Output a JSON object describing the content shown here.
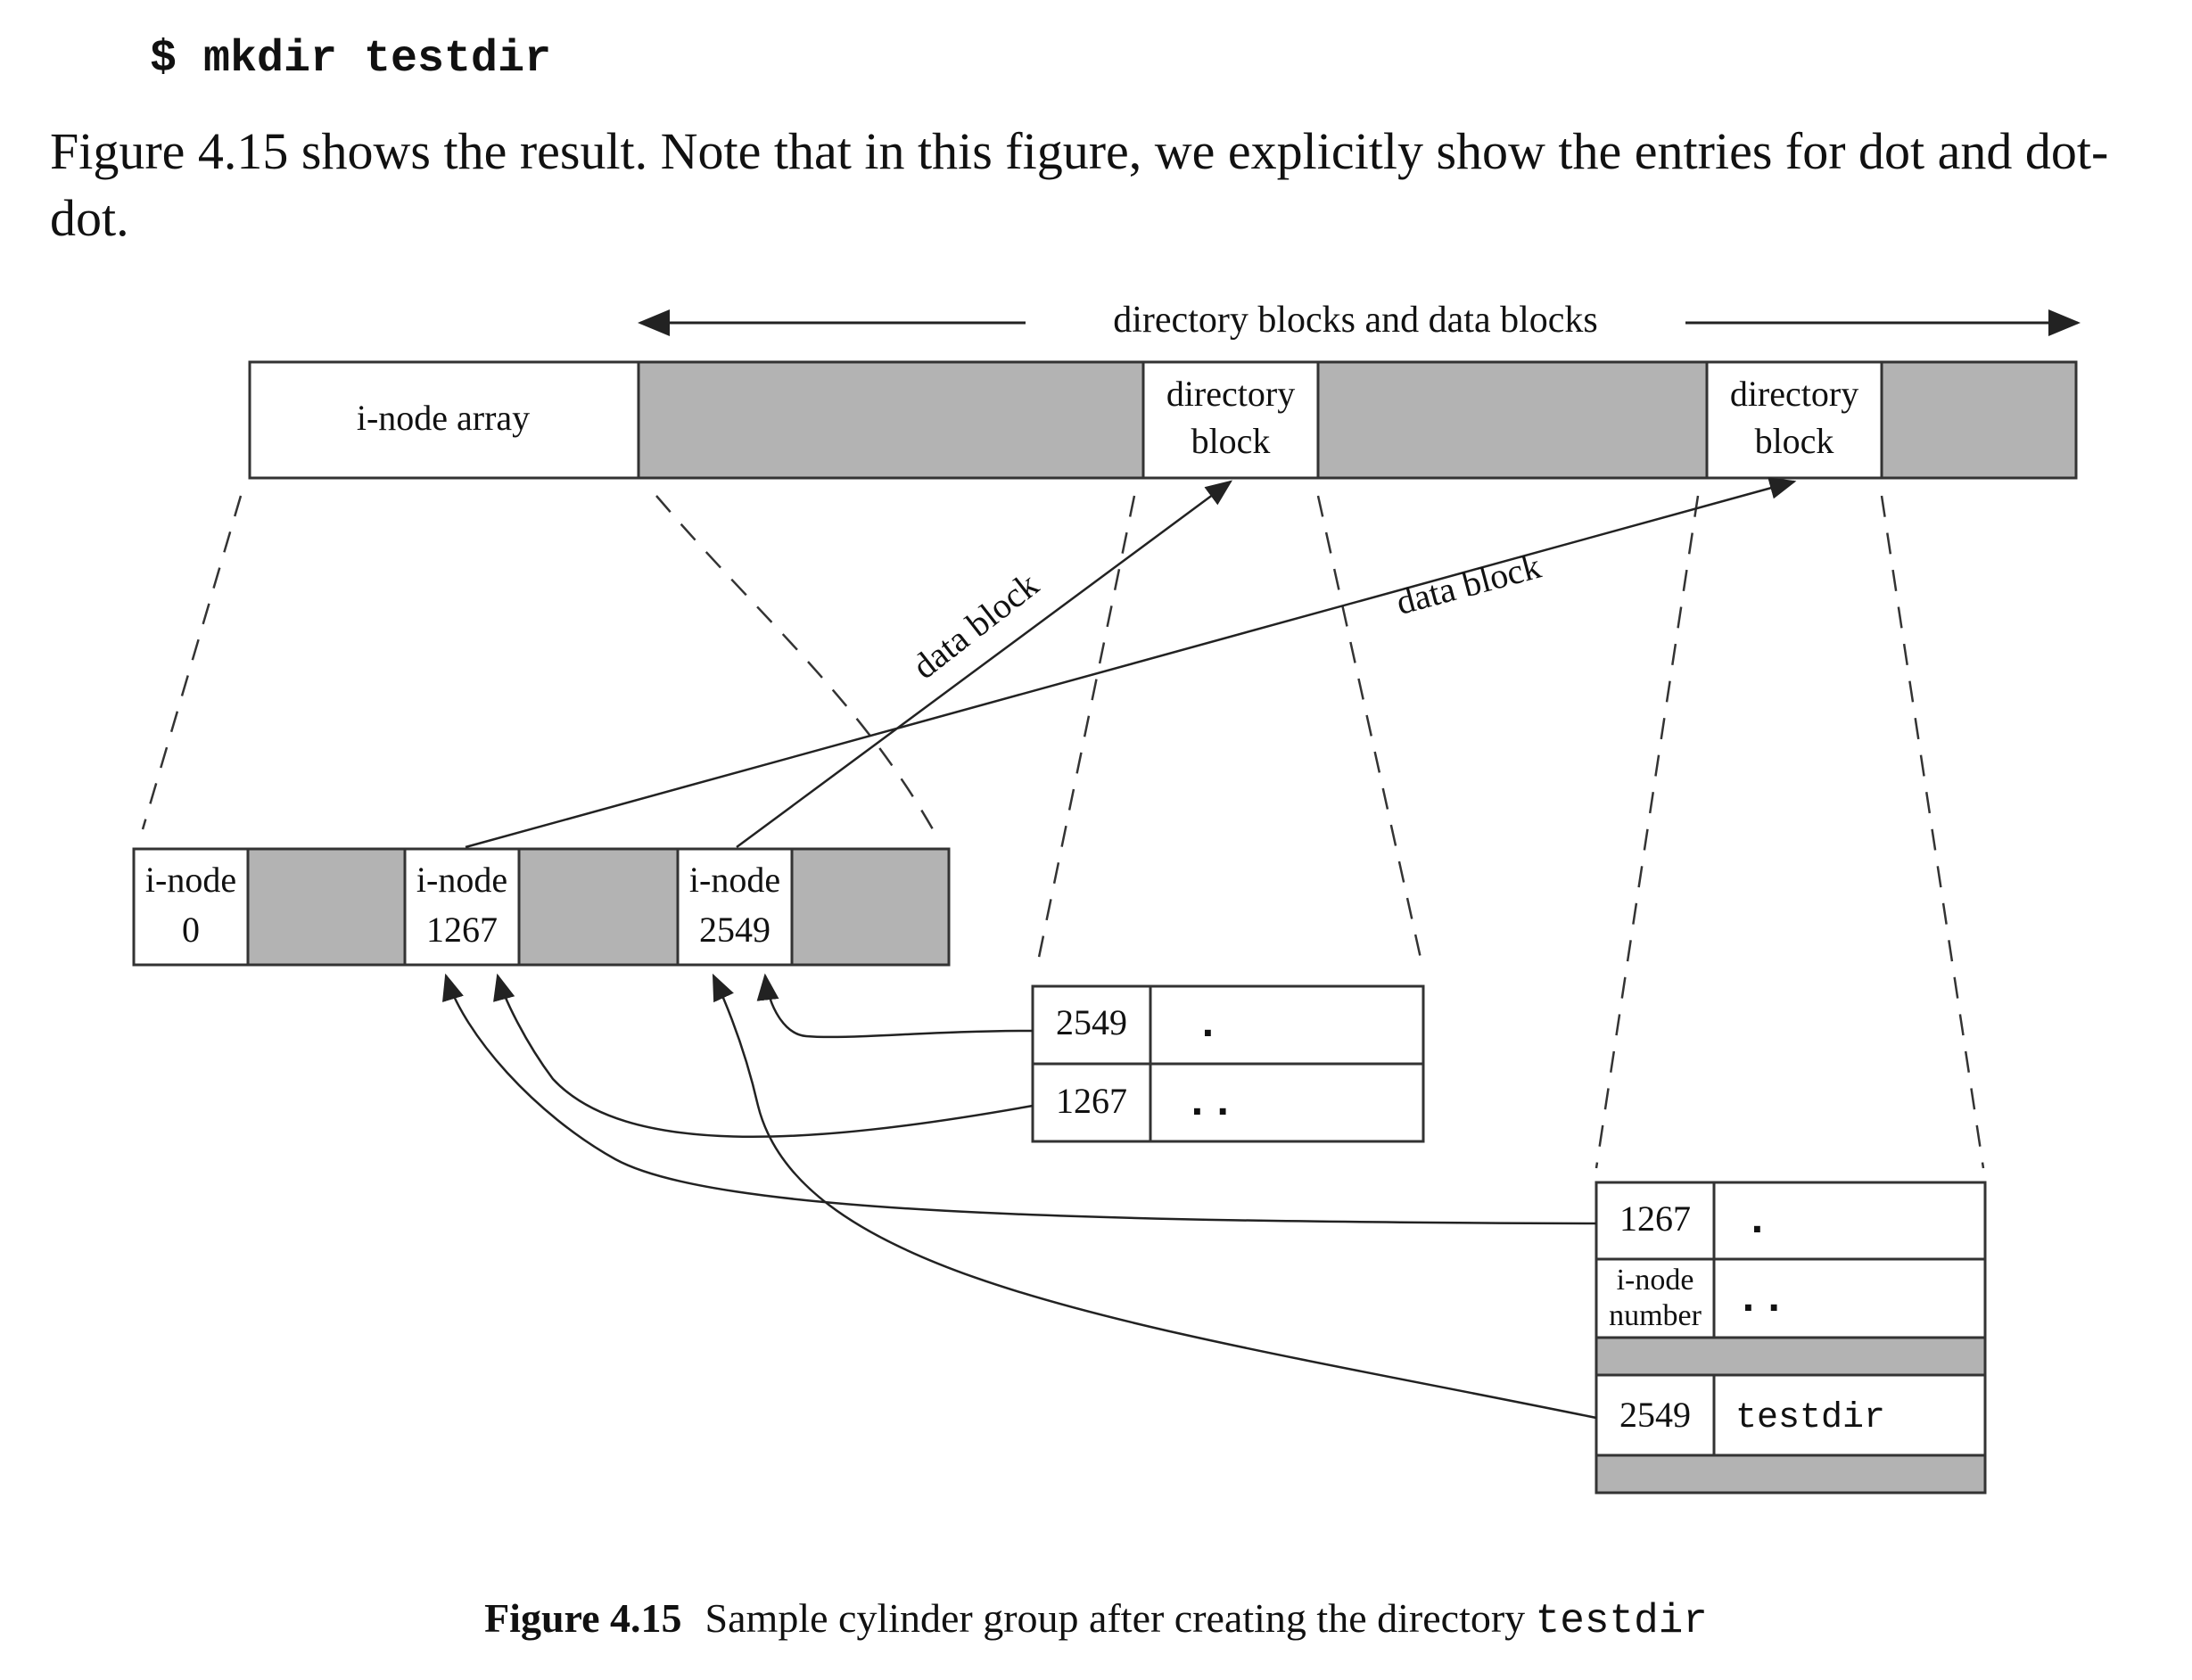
{
  "command": "$ mkdir testdir",
  "paragraph": "Figure 4.15 shows the result.  Note that in this figure, we explicitly show the entries for dot and dot-dot.",
  "diagram": {
    "span_label": "directory blocks and data blocks",
    "inode_array_label": "i-node array",
    "directory_block_label_1": "directory",
    "directory_block_label_2": "block",
    "data_block_label": "data block",
    "inode_label": "i-node",
    "inode_numbers": [
      "0",
      "1267",
      "2549"
    ],
    "dir1_entries": [
      {
        "inode": "2549",
        "name": "."
      },
      {
        "inode": "1267",
        "name": ".."
      }
    ],
    "dir2_entries": [
      {
        "inode": "1267",
        "name": "."
      },
      {
        "inode_label_1": "i-node",
        "inode_label_2": "number",
        "name": ".."
      },
      {
        "inode": "2549",
        "name": "testdir"
      }
    ],
    "colors": {
      "shaded": "#b3b3b3",
      "line": "#222222"
    }
  },
  "caption": {
    "number": "Figure 4.15",
    "text": "Sample cylinder group after creating the directory ",
    "code": "testdir"
  }
}
